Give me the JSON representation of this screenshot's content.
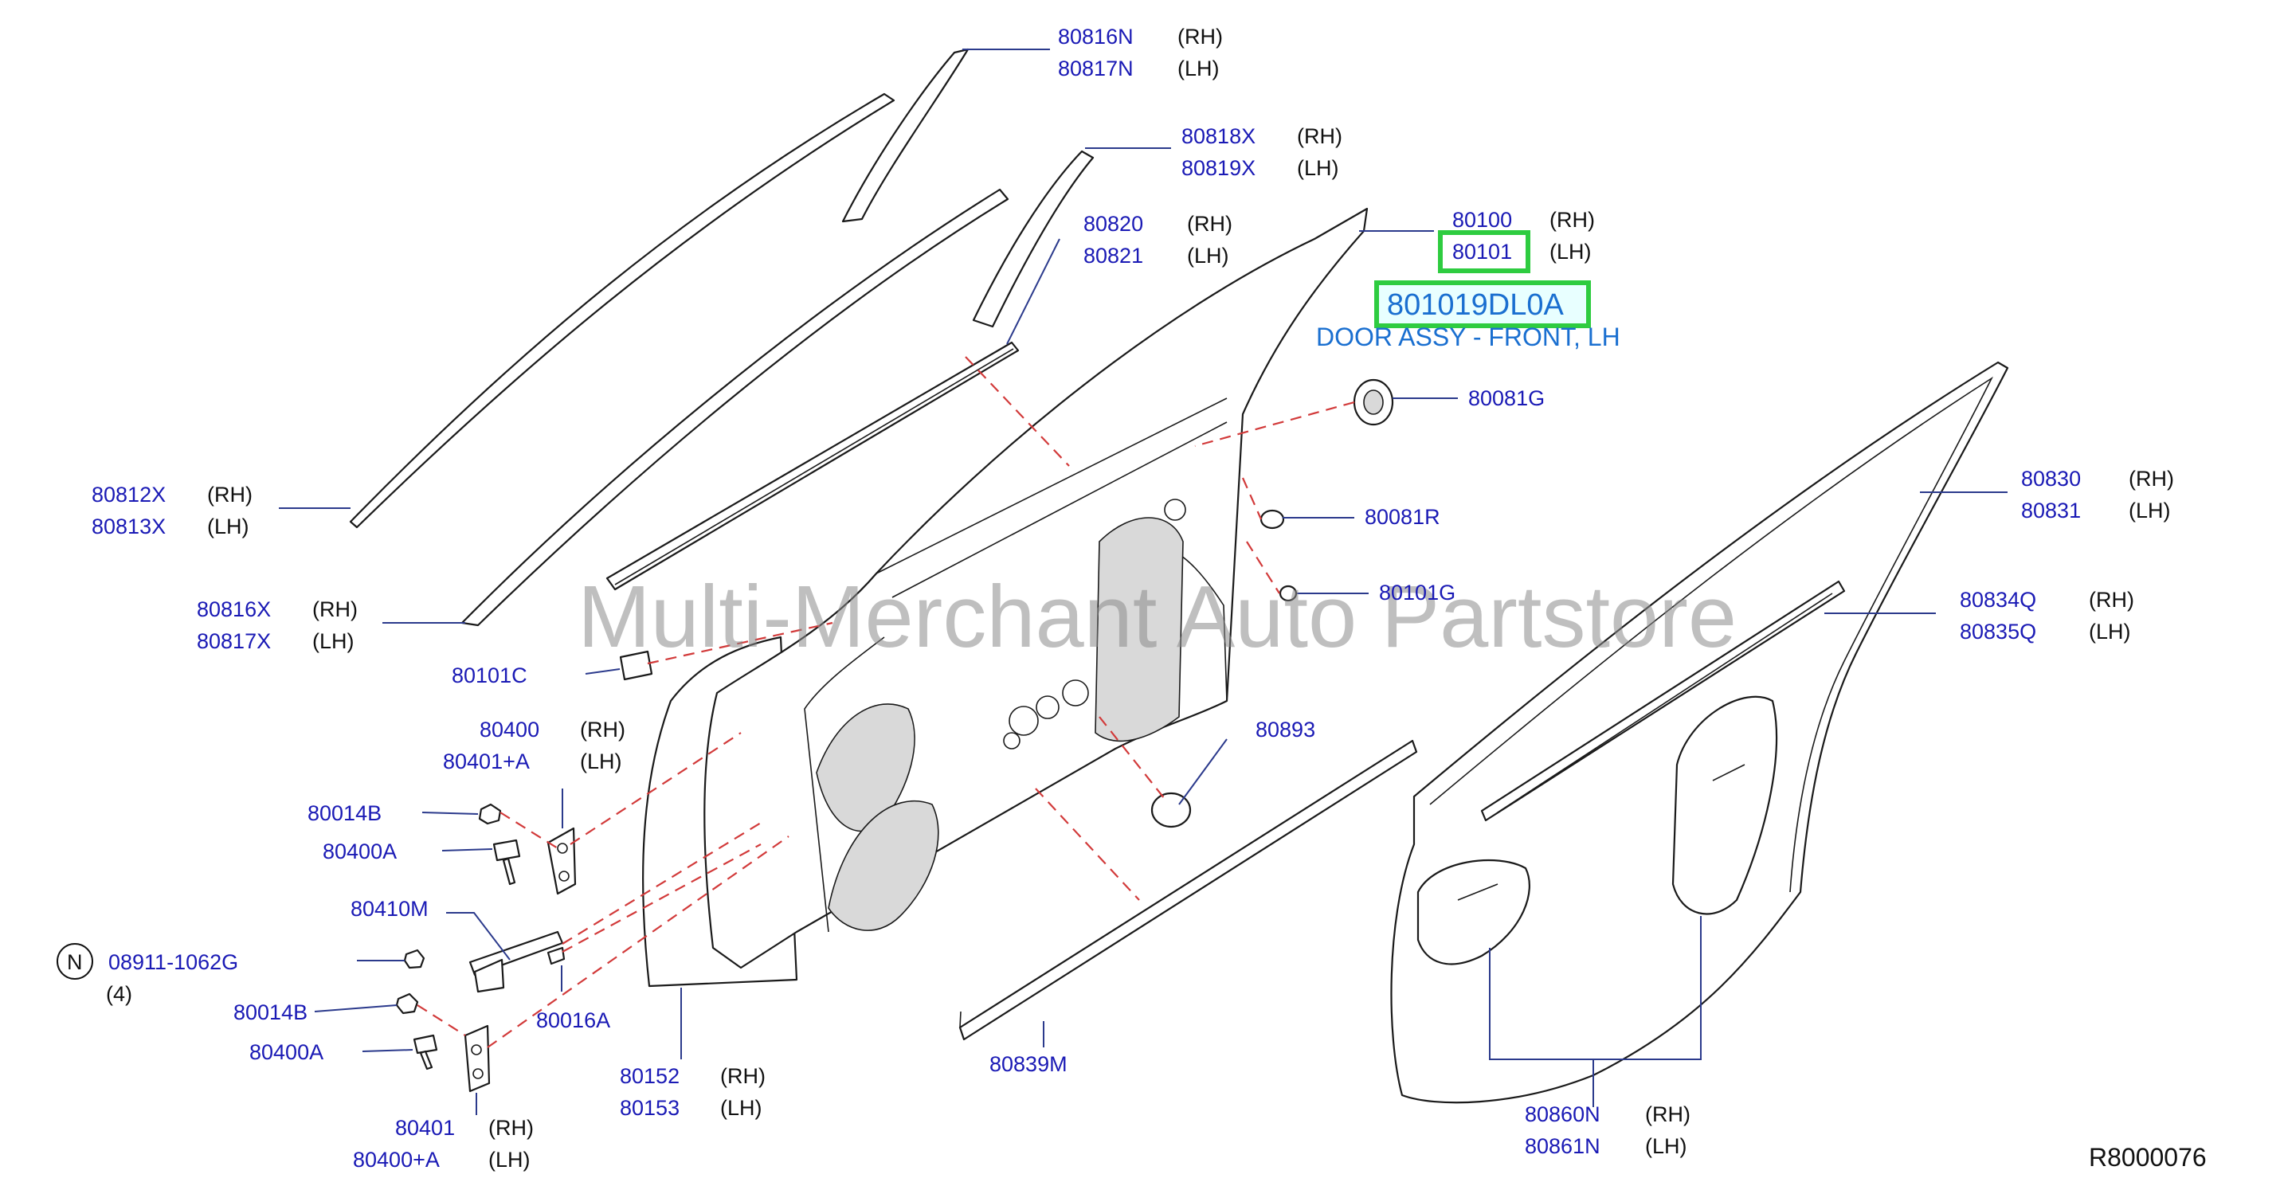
{
  "callouts": {
    "c80816N": {
      "part": "80816N",
      "side": "(RH)",
      "part2": "80817N",
      "side2": "(LH)"
    },
    "c80818X": {
      "part": "80818X",
      "side": "(RH)",
      "part2": "80819X",
      "side2": "(LH)"
    },
    "c80820": {
      "part": "80820",
      "side": "(RH)",
      "part2": "80821",
      "side2": "(LH)"
    },
    "c80100": {
      "part": "80100",
      "side": "(RH)",
      "part2": "80101",
      "side2": "(LH)"
    },
    "c80081G": {
      "part": "80081G"
    },
    "c80081R": {
      "part": "80081R"
    },
    "c80101G": {
      "part": "80101G"
    },
    "c80812X": {
      "part": "80812X",
      "side": "(RH)",
      "part2": "80813X",
      "side2": "(LH)"
    },
    "c80816X": {
      "part": "80816X",
      "side": "(RH)",
      "part2": "80817X",
      "side2": "(LH)"
    },
    "c80101C": {
      "part": "80101C"
    },
    "c80400": {
      "part": "80400",
      "side": "(RH)",
      "part2": "80401+A",
      "side2": "(LH)"
    },
    "c80014B_top": {
      "part": "80014B"
    },
    "c80400A_top": {
      "part": "80400A"
    },
    "c80410M": {
      "part": "80410M"
    },
    "c08911": {
      "part": "08911-1062G",
      "qty": "(4)",
      "badge": "N"
    },
    "c80014B_bot": {
      "part": "80014B"
    },
    "c80016A": {
      "part": "80016A"
    },
    "c80400A_bot": {
      "part": "80400A"
    },
    "c80401": {
      "part": "80401",
      "side": "(RH)",
      "part2": "80400+A",
      "side2": "(LH)"
    },
    "c80152": {
      "part": "80152",
      "side": "(RH)",
      "part2": "80153",
      "side2": "(LH)"
    },
    "c80893": {
      "part": "80893"
    },
    "c80839M": {
      "part": "80839M"
    },
    "c80830": {
      "part": "80830",
      "side": "(RH)",
      "part2": "80831",
      "side2": "(LH)"
    },
    "c80834Q": {
      "part": "80834Q",
      "side": "(RH)",
      "part2": "80835Q",
      "side2": "(LH)"
    },
    "c80860N": {
      "part": "80860N",
      "side": "(RH)",
      "part2": "80861N",
      "side2": "(LH)"
    }
  },
  "highlight": {
    "part_number": "801019DL0A",
    "description": "DOOR ASSY - FRONT, LH",
    "box_color": "#2ecc40"
  },
  "watermark": "Multi-Merchant Auto Partstore",
  "reference": "R8000076",
  "colors": {
    "label": "#1a1ab5",
    "highlight_text": "#1a6fd0",
    "dash": "#d23a3a"
  }
}
